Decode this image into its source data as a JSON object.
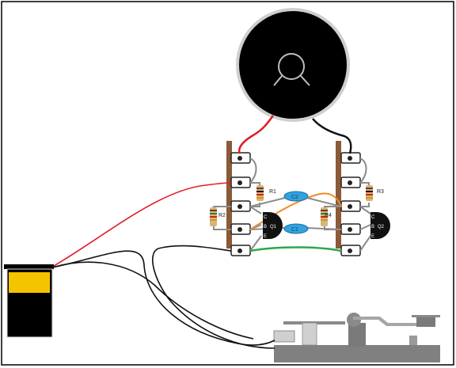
{
  "diagram": {
    "components": {
      "resistors": [
        {
          "id": "r1",
          "label": "R1"
        },
        {
          "id": "r2",
          "label": "R2"
        },
        {
          "id": "r3",
          "label": "R3"
        },
        {
          "id": "r4",
          "label": "R4"
        }
      ],
      "capacitors": [
        {
          "id": "c1",
          "label": "C1"
        },
        {
          "id": "c2",
          "label": "C2"
        }
      ],
      "transistors": [
        {
          "id": "q1",
          "label": "Q1",
          "pins": [
            "C",
            "B",
            "E"
          ]
        },
        {
          "id": "q2",
          "label": "Q2",
          "pins": [
            "C",
            "B",
            "E"
          ]
        }
      ]
    },
    "wire_colors": {
      "positive": "#e01b24",
      "negative": "#111111",
      "coupling": "#f08a24",
      "bridge": "#2aa84a",
      "jumper": "#8c8c8c"
    },
    "battery": {
      "top_color": "#f5c400",
      "body_color": "#000000"
    },
    "speaker": {
      "color": "#000000"
    }
  }
}
